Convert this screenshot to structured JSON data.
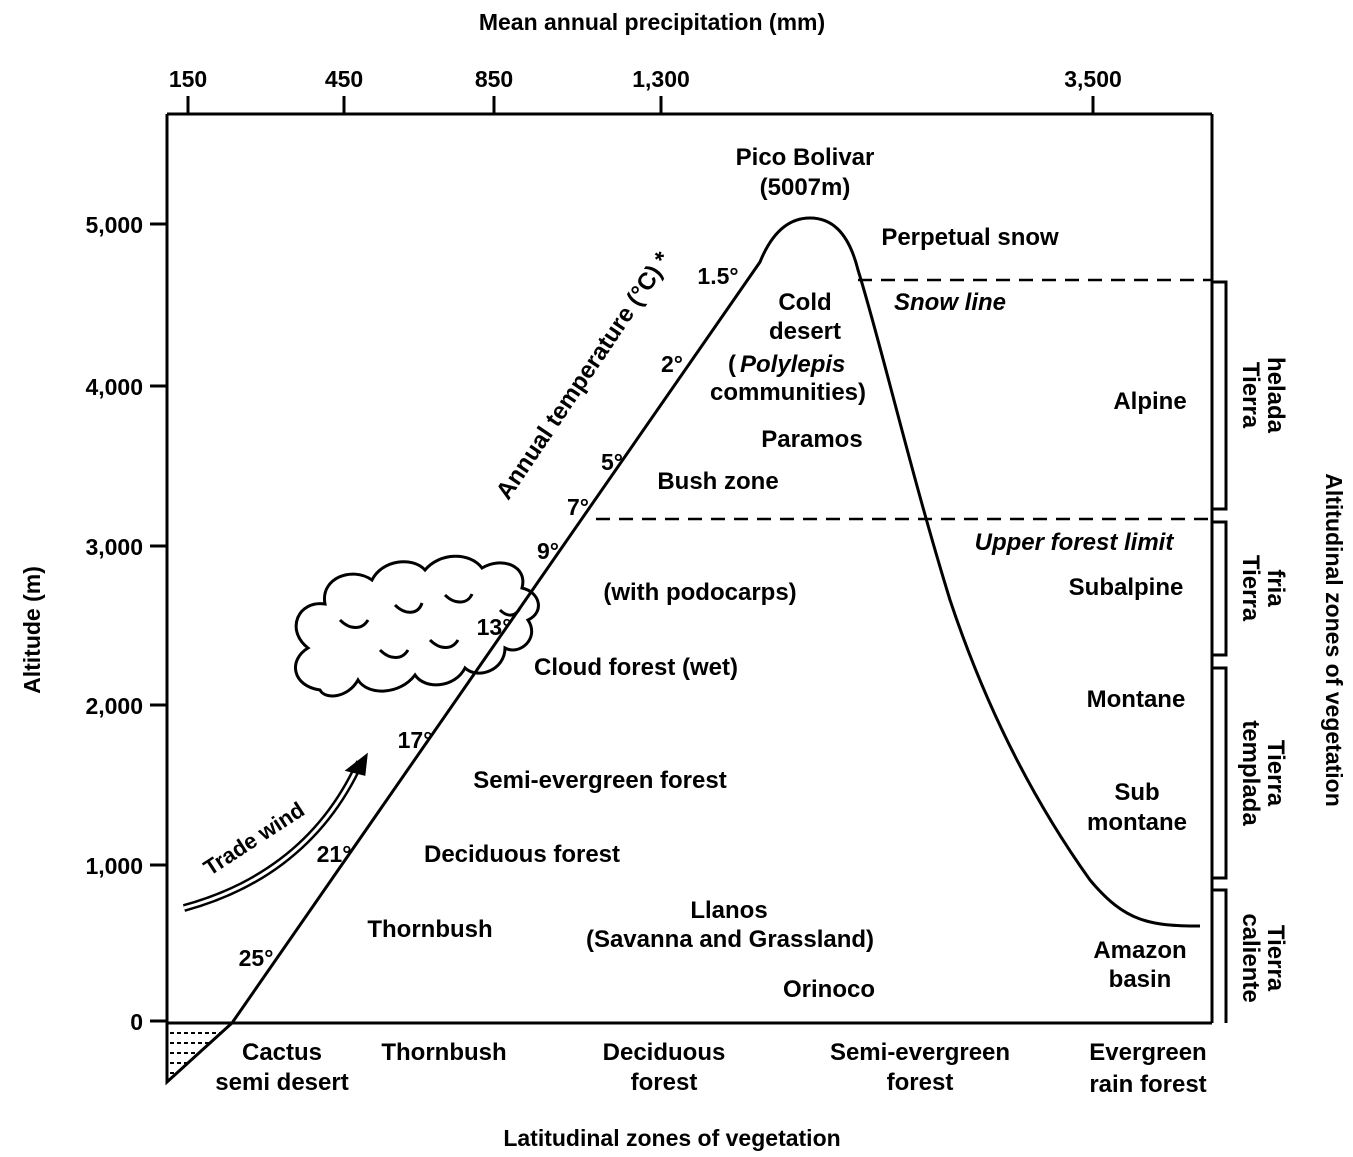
{
  "diagram": {
    "top_axis": {
      "title": "Mean annual precipitation (mm)",
      "ticks": [
        "150",
        "450",
        "850",
        "1,300",
        "3,500"
      ]
    },
    "left_axis": {
      "title": "Altitude (m)",
      "ticks": [
        "5,000",
        "4,000",
        "3,000",
        "2,000",
        "1,000",
        "0"
      ]
    },
    "bottom_axis": {
      "title": "Latitudinal zones of vegetation",
      "zones": [
        {
          "line1": "Cactus",
          "line2": "semi desert"
        },
        {
          "line1": "Thornbush",
          "line2": ""
        },
        {
          "line1": "Deciduous",
          "line2": "forest"
        },
        {
          "line1": "Semi-evergreen",
          "line2": "forest"
        },
        {
          "line1": "Evergreen",
          "line2": "rain forest"
        }
      ]
    },
    "right_axis": {
      "title": "Altitudinal zones of vegetation",
      "zones": [
        {
          "line1": "Tierra",
          "line2": "helada"
        },
        {
          "line1": "Tierra",
          "line2": "fria"
        },
        {
          "line1": "Tierra",
          "line2": "templada"
        },
        {
          "line1": "Tierra",
          "line2": "caliente"
        }
      ],
      "inner_labels": [
        "Alpine",
        "Subalpine",
        "Montane",
        "Sub",
        "montane",
        "Amazon",
        "basin"
      ]
    },
    "peak": {
      "name": "Pico Bolivar",
      "height": "(5007m)"
    },
    "lines": {
      "snow_line": "Snow line",
      "forest_limit": "Upper forest limit",
      "perpetual_snow": "Perpetual snow"
    },
    "temperature": {
      "label": "Annual temperature (°C) *",
      "values": [
        "1.5°",
        "2°",
        "5°",
        "7°",
        "9°",
        "13°",
        "17°",
        "21°",
        "25°"
      ]
    },
    "trade_wind": "Trade wind",
    "zones": {
      "cold_desert_1": "Cold",
      "cold_desert_2": "desert",
      "polylepis_open": "(",
      "polylepis": "Polylepis",
      "polylepis_2": "communities)",
      "paramos": "Paramos",
      "bush_zone": "Bush zone",
      "podocarps": "(with podocarps)",
      "cloud_forest": "Cloud forest (wet)",
      "semi_evergreen": "Semi-evergreen forest",
      "deciduous": "Deciduous forest",
      "thornbush": "Thornbush",
      "llanos": "Llanos",
      "savanna": "(Savanna and Grassland)",
      "orinoco": "Orinoco"
    }
  }
}
